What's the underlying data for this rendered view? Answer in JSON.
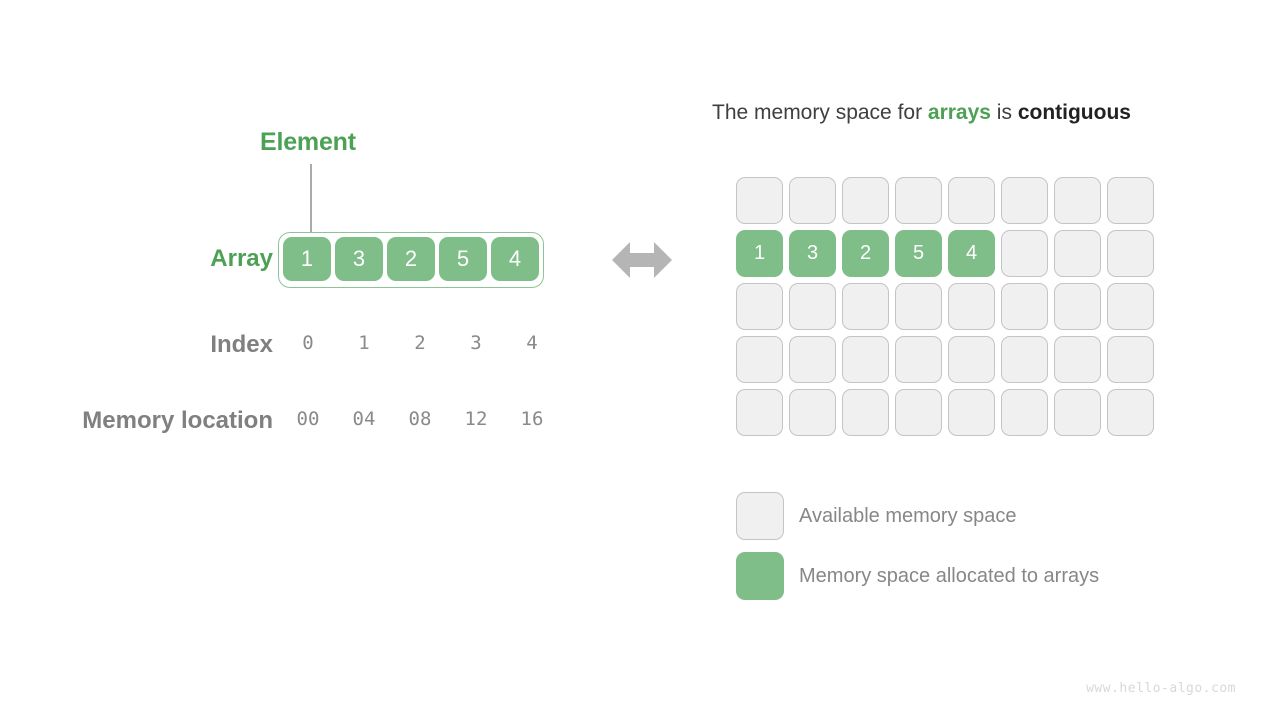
{
  "background_color": "#ffffff",
  "colors": {
    "green_accent": "#4CA155",
    "green_fill": "#7FBD89",
    "empty_fill": "#F0F0F0",
    "empty_border": "#c4c4c4",
    "label_gray": "#808080",
    "value_gray": "#8a8a8a",
    "arrow_gray": "#b5b5b5",
    "watermark_gray": "#d8d8d8"
  },
  "left_panel": {
    "element_label": "Element",
    "rows": {
      "array_label": "Array",
      "index_label": "Index",
      "memory_label": "Memory location"
    },
    "array_values": [
      "1",
      "3",
      "2",
      "5",
      "4"
    ],
    "index_values": [
      "0",
      "1",
      "2",
      "3",
      "4"
    ],
    "memory_values": [
      "00",
      "04",
      "08",
      "12",
      "16"
    ]
  },
  "arrow": {
    "icon": "double-arrow-horizontal-icon"
  },
  "right_panel": {
    "heading": {
      "part1": "The memory space for ",
      "highlight_green": "arrays",
      "part2": " is ",
      "highlight_dark": "contiguous"
    },
    "grid": {
      "columns": 8,
      "rows": 5,
      "filled_row_index": 1,
      "filled_values": [
        "1",
        "3",
        "2",
        "5",
        "4"
      ]
    },
    "legend": [
      {
        "swatch": "empty",
        "text": "Available memory space"
      },
      {
        "swatch": "filled",
        "text": "Memory space allocated to arrays"
      }
    ]
  },
  "watermark": "www.hello-algo.com"
}
